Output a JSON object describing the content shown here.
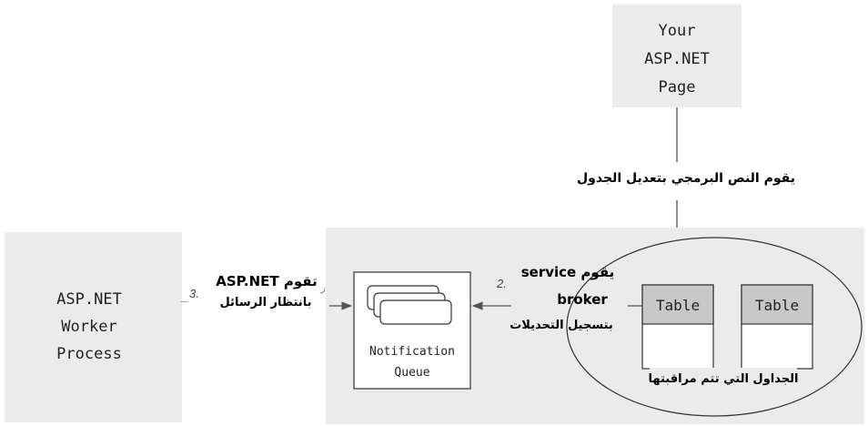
{
  "nodes": {
    "page": {
      "lines": [
        "Your",
        "ASP.NET",
        "Page"
      ]
    },
    "worker": {
      "lines": [
        "ASP.NET",
        "Worker",
        "Process"
      ]
    },
    "queue": {
      "lines": [
        "Notification",
        "Queue"
      ]
    },
    "table_left": {
      "label": "Table"
    },
    "table_right": {
      "label": "Table"
    }
  },
  "labels": {
    "script_modifies_table": "يقوم النص البرمجي بتعديل الجدول",
    "service_broker": [
      "يقوم service",
      "broker",
      "بتسجيل التحديلات"
    ],
    "aspnet_waits": [
      "تقوم ASP.NET",
      "بانتظار الرسائل"
    ],
    "monitored_tables": "الجداول التي تتم مراقبتها"
  },
  "steps": {
    "step2": "2.",
    "step3": "3.",
    "step3_dash": "_",
    "tick": "ز"
  },
  "colors": {
    "grey_box": "#ebebeb",
    "table_header": "#c8c8c8",
    "arrow": "#555555"
  }
}
